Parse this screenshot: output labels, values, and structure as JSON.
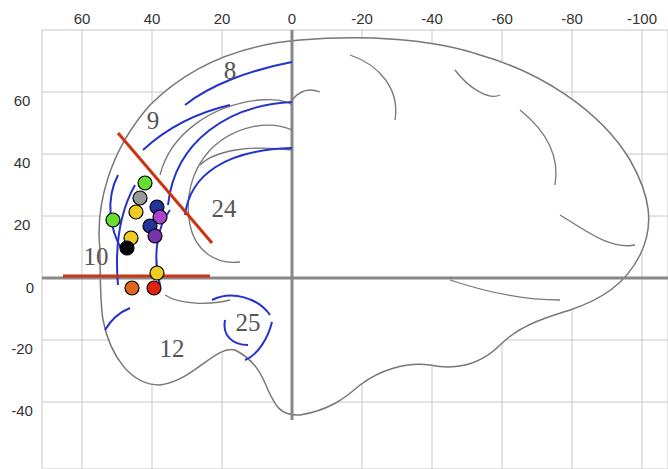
{
  "diagram": {
    "labels": [
      "60",
      "40",
      "20",
      "0",
      "-20",
      "-40",
      "-60",
      "-80",
      "-100",
      "60",
      "40",
      "20",
      "0",
      "-20",
      "-40",
      "8",
      "9",
      "24",
      "10",
      "25",
      "12"
    ]
  }
}
